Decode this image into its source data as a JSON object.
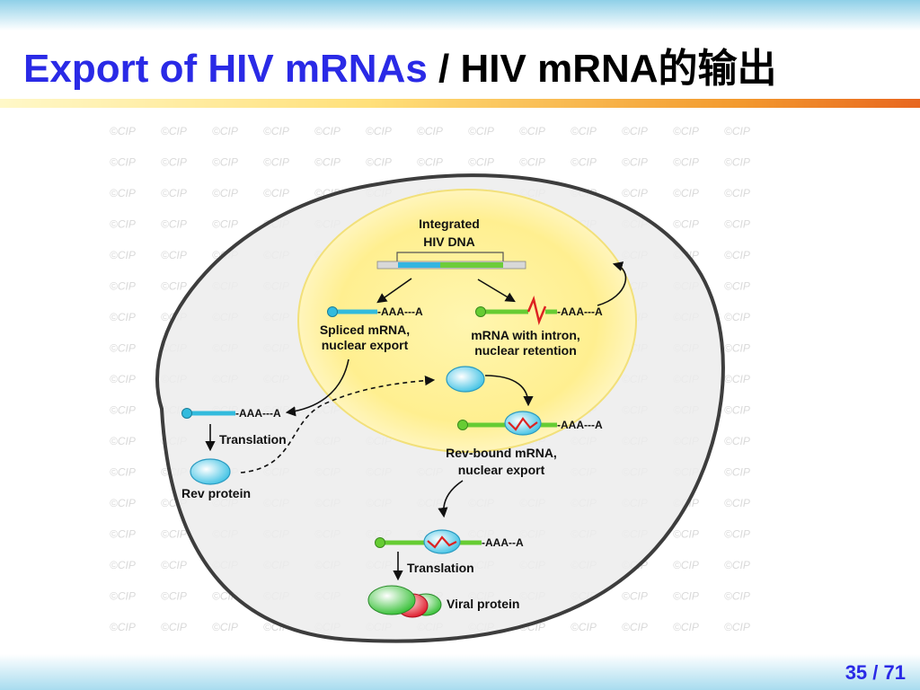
{
  "slide": {
    "title_en": "Export of HIV mRNAs",
    "title_sep": " / ",
    "title_zh": "HIV mRNA的输出",
    "page_current": "35",
    "page_sep": " / ",
    "page_total": "71"
  },
  "watermark": {
    "text": "©CIP"
  },
  "diagram": {
    "integrated_dna_line1": "Integrated",
    "integrated_dna_line2": "HIV DNA",
    "spliced_tail": "-AAA---A",
    "spliced_line1": "Spliced mRNA,",
    "spliced_line2": "nuclear export",
    "intron_tail": "-AAA---A",
    "intron_line1": "mRNA with intron,",
    "intron_line2": "nuclear retention",
    "rev_bound_tail": "-AAA---A",
    "rev_bound_line1": "Rev-bound mRNA,",
    "rev_bound_line2": "nuclear export",
    "cyto_spliced_tail": "-AAA---A",
    "translation_1": "Translation",
    "rev_protein": "Rev protein",
    "cyto_rev_tail": "-AAA--A",
    "translation_2": "Translation",
    "viral_protein": "Viral protein"
  },
  "colors": {
    "title_blue": "#2a2ae6",
    "cyan_rna": "#33bbdd",
    "green_rna": "#66cc33",
    "red_intron": "#dd2222",
    "nucleus_fill": "#fff3a0",
    "cell_fill": "#eeeeee",
    "cell_border": "#444444"
  }
}
